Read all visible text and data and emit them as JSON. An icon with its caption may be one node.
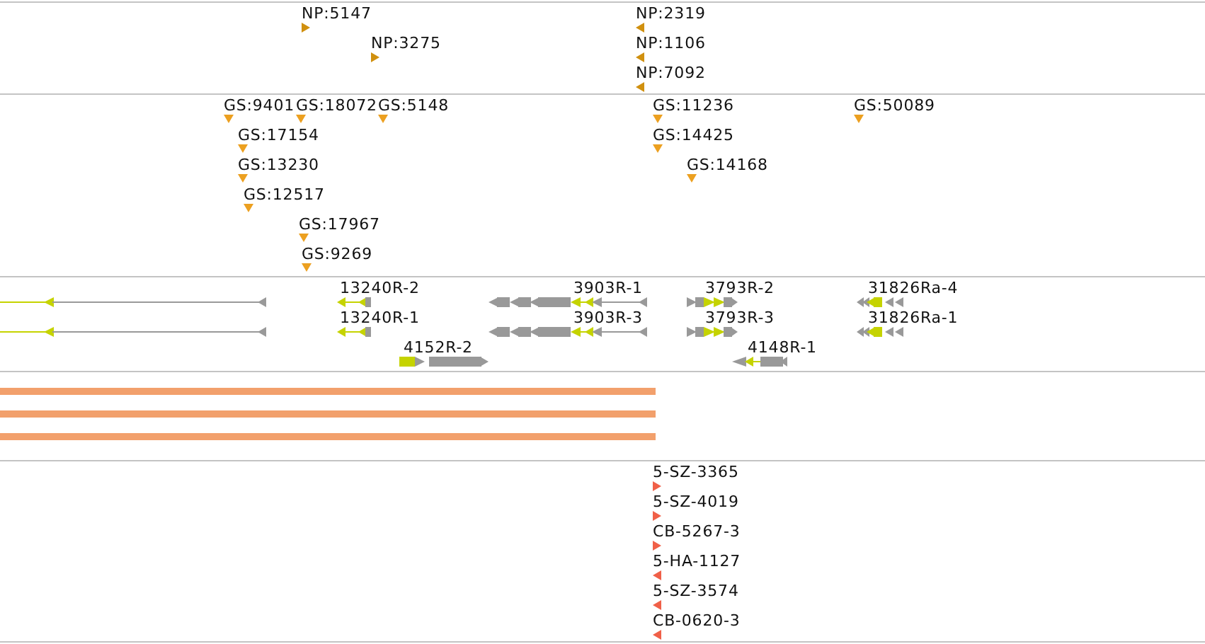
{
  "diagram": {
    "labels": [
      "NP:5147",
      "NP:2319",
      "NP:3275",
      "NP:1106",
      "NP:7092",
      "GS:9401",
      "GS:18072",
      "GS:5148",
      "GS:11236",
      "GS:50089",
      "GS:17154",
      "GS:14425",
      "GS:13230",
      "GS:14168",
      "GS:12517",
      "GS:17967",
      "GS:9269",
      "13240R-2",
      "3903R-1",
      "3793R-2",
      "31826Ra-4",
      "13240R-1",
      "3903R-3",
      "3793R-3",
      "31826Ra-1",
      "4152R-2",
      "4148R-1",
      "5-SZ-3365",
      "5-SZ-4019",
      "CB-5267-3",
      "5-HA-1127",
      "5-SZ-3574",
      "CB-0620-3"
    ]
  }
}
